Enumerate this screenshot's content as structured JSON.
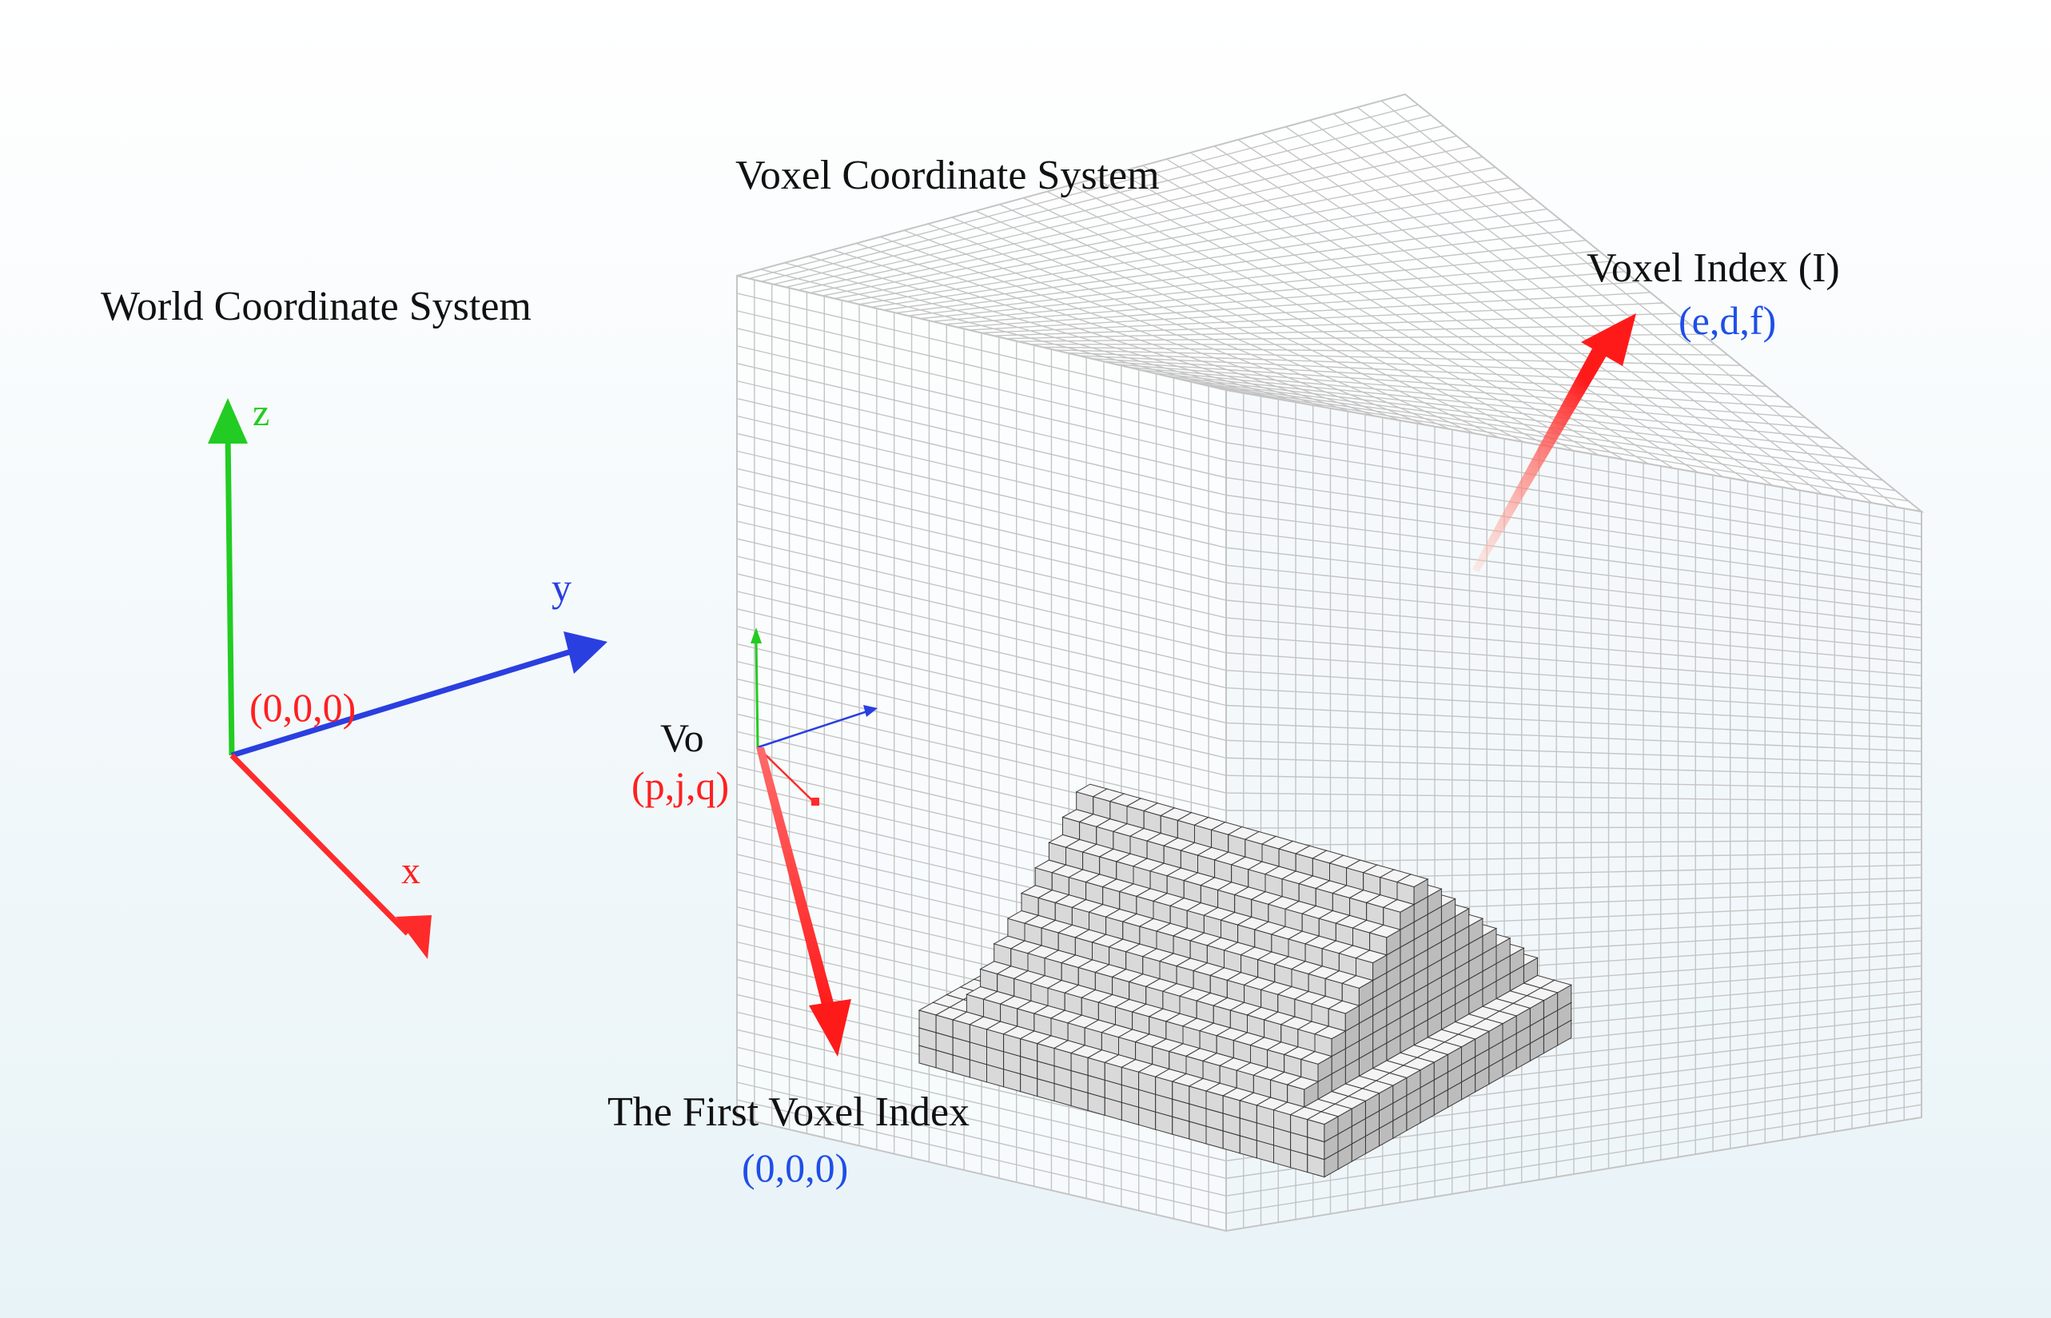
{
  "world": {
    "title": "World Coordinate System",
    "axis_x": "x",
    "axis_y": "y",
    "axis_z": "z",
    "origin": "(0,0,0)"
  },
  "voxel_system": {
    "title": "Voxel Coordinate System",
    "origin_name": "Vo",
    "origin_coords": "(p,j,q)"
  },
  "voxel_index": {
    "title": "Voxel Index (I)",
    "coords": "(e,d,f)"
  },
  "first_voxel": {
    "title": "The First Voxel Index",
    "coords": "(0,0,0)"
  },
  "colors": {
    "x_axis": "#ff2b2b",
    "y_axis": "#2a3fe0",
    "z_axis": "#22cc22",
    "label_red": "#ff2020",
    "label_blue": "#1f4ee8",
    "text": "#111111"
  }
}
